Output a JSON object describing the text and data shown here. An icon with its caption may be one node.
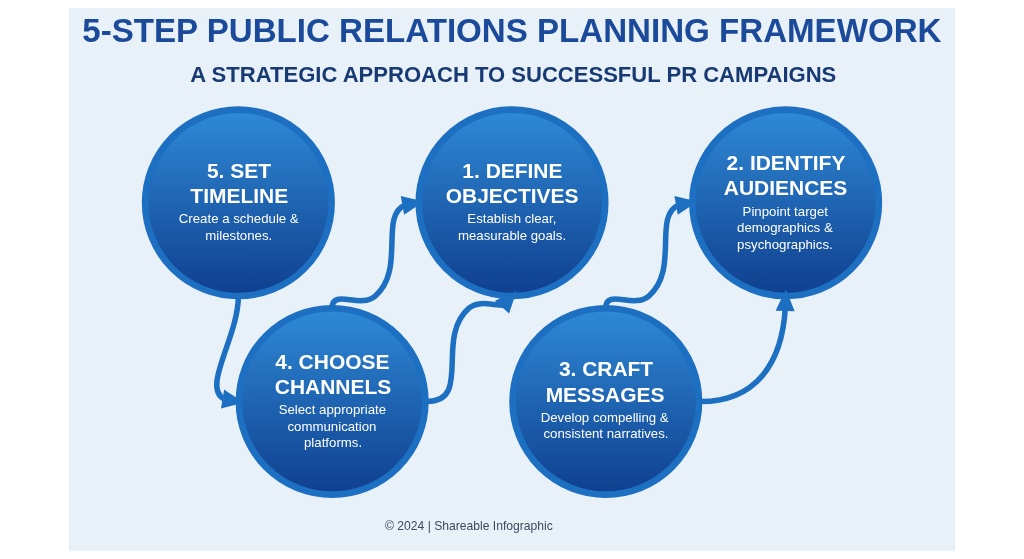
{
  "diagram": {
    "title": "5-STEP PUBLIC RELATIONS PLANNING FRAMEWORK",
    "caption": "© 2024 | Shareable Infographic",
    "nodes": [
      {
        "text": [
          "1. DEFINE OBJECTIVES",
          "Establish clear, measurable goals."
        ]
      },
      {
        "text": [
          "2. IDENTIFY AUDIENCES",
          "Pinpoint target demographics & psychographics."
        ]
      },
      {
        "text": [
          "3. CRAFT MESSAGES",
          "Develop compelling & consistent narratives."
        ]
      },
      {
        "text": [
          "4. CHOOSE CHANNELS",
          "Select appropriate communication platforms."
        ]
      },
      {
        "text": [
          "5. SET TIMELINE",
          "Create a schedule & milestones."
        ]
      }
    ],
    "edges": [
      {
        "from": 4,
        "to": 3,
        "arrow": "to"
      },
      {
        "from": 3,
        "to": 0,
        "arrow": "to"
      },
      {
        "from": 3,
        "to": 0,
        "arrow": "to"
      },
      {
        "from": 2,
        "to": 1,
        "arrow": "to"
      },
      {
        "from": 2,
        "to": 1,
        "arrow": "to"
      }
    ],
    "labels": [
      "A STRATEGIC APPROACH TO SUCCESSFUL PR CAMPAIGNS"
    ]
  }
}
